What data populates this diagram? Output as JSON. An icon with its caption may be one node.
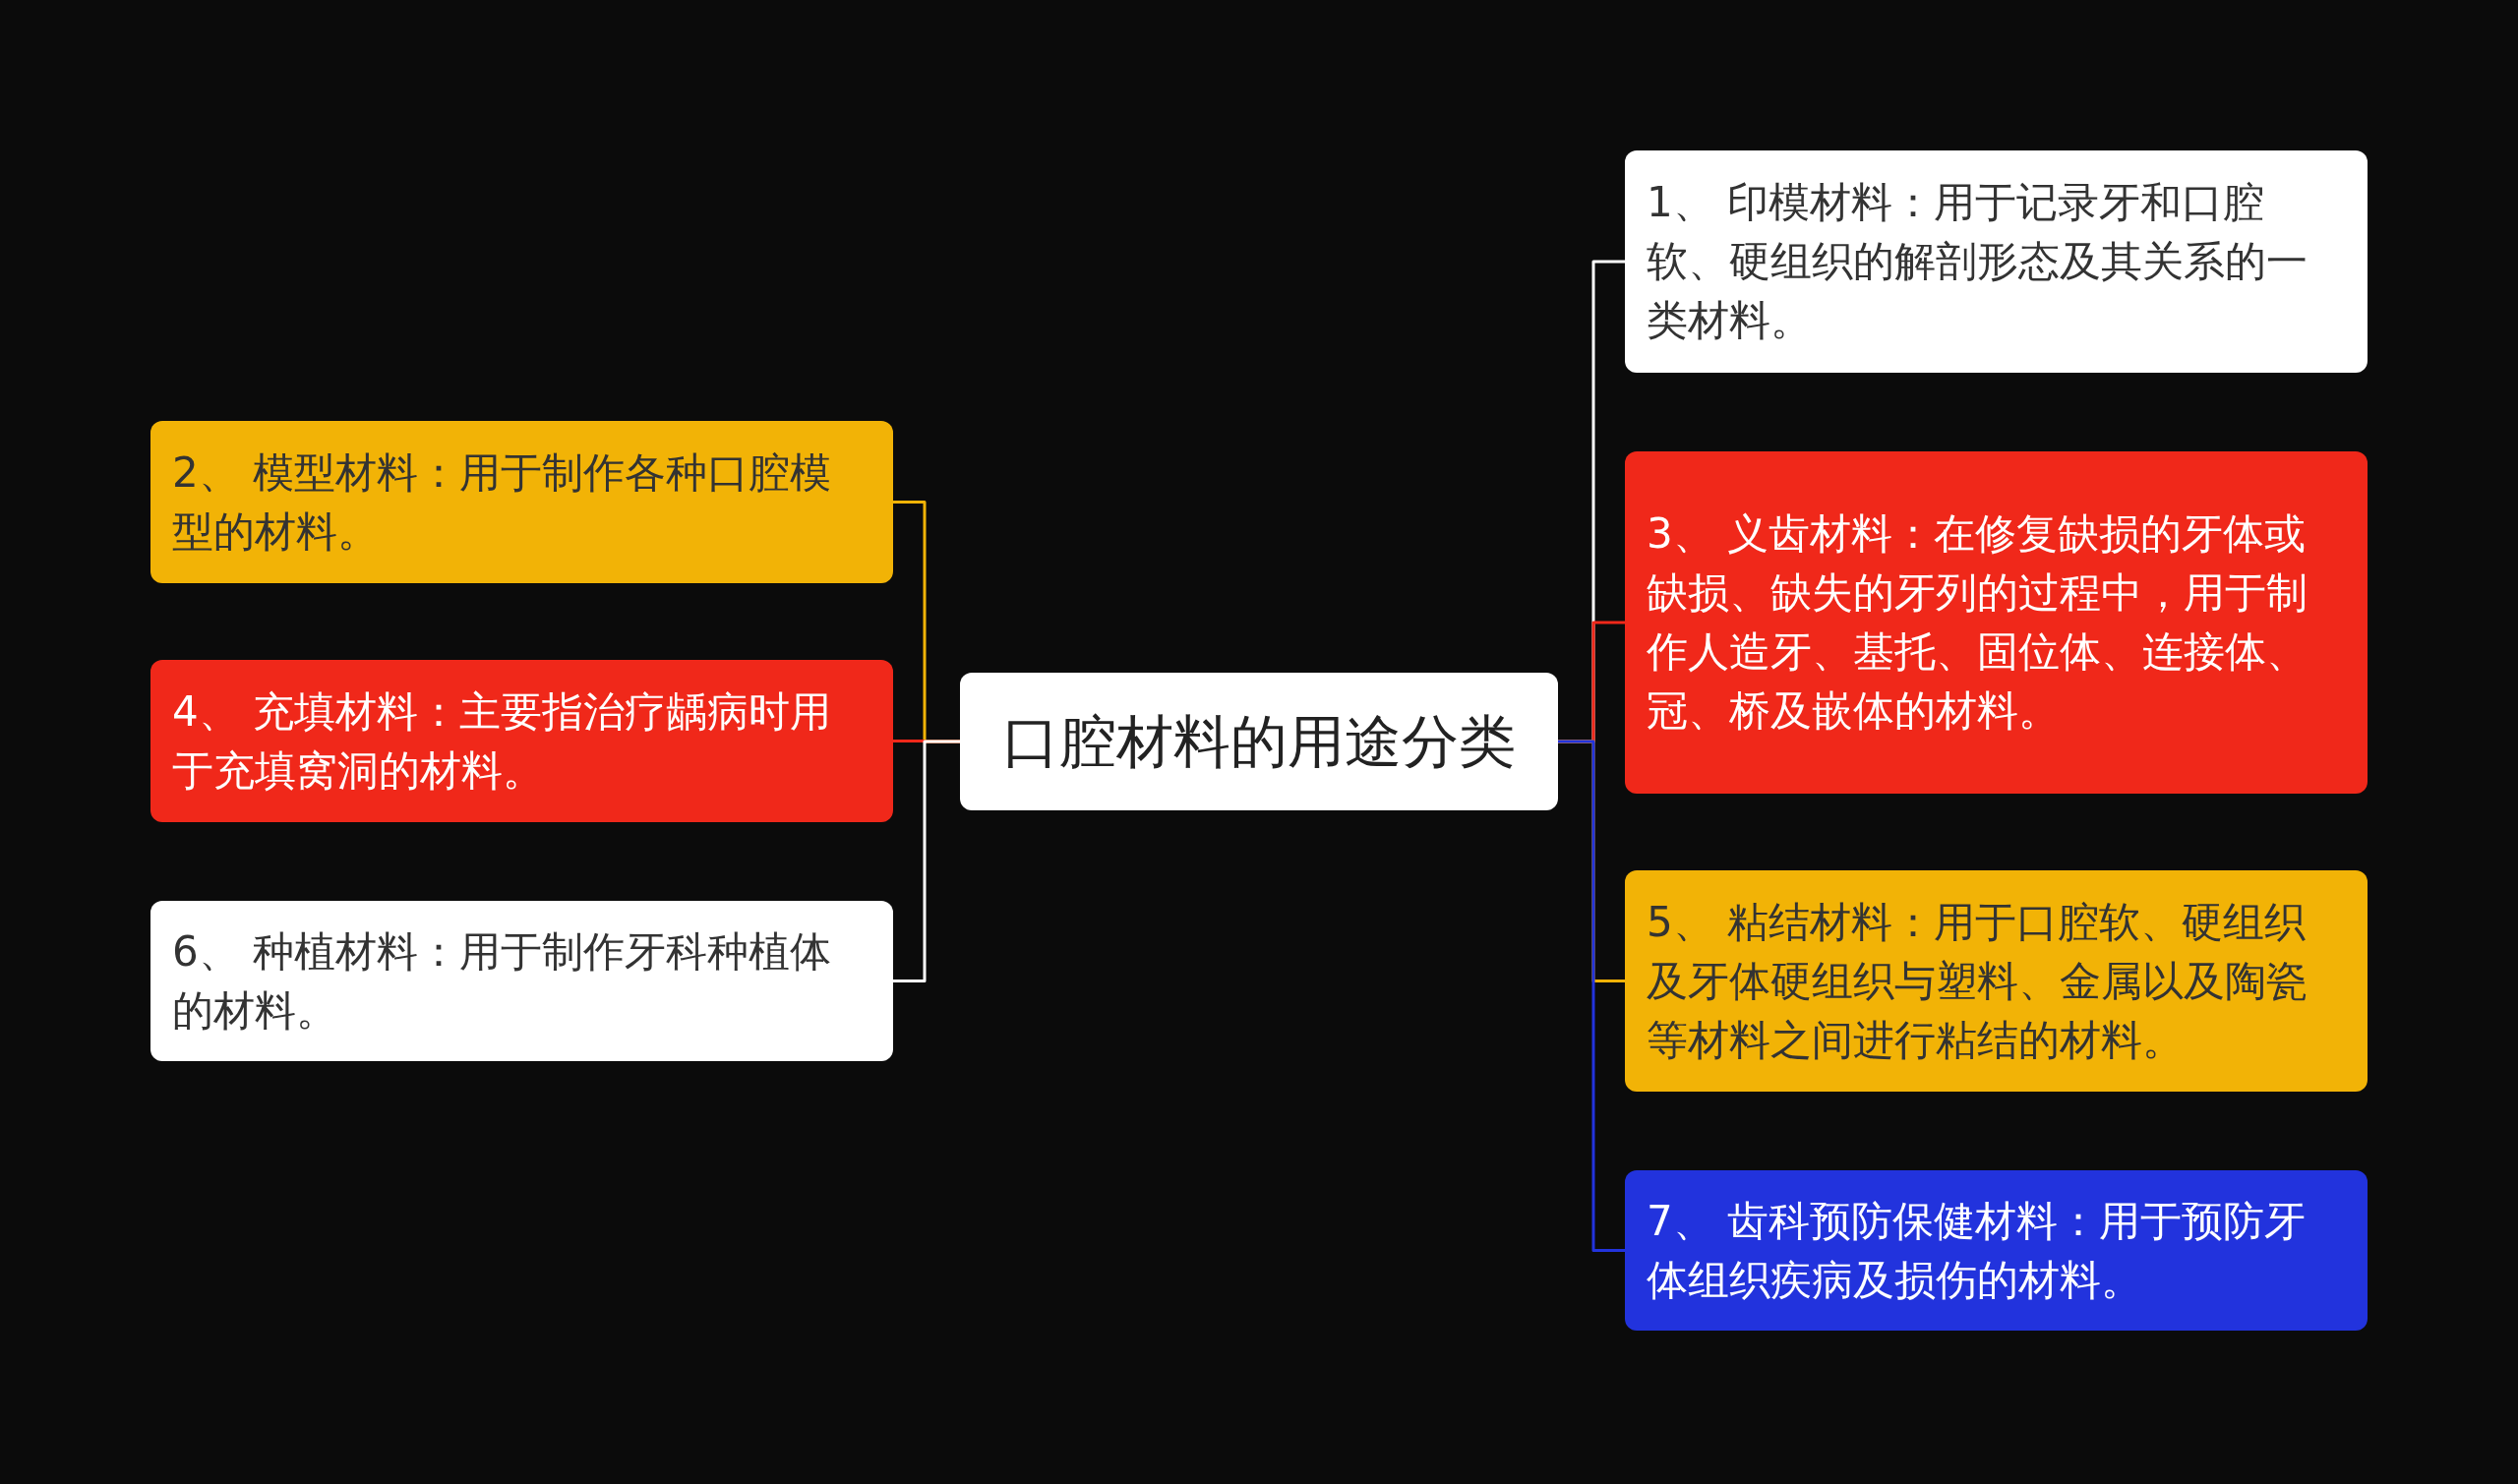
{
  "diagram": {
    "nodes": [
      {
        "text": [
          "口腔材料的用途分类"
        ]
      },
      {
        "text": [
          "1、 印模材料：用于记录牙和口腔软、硬组织的解剖形态及其关系的一类材料。"
        ]
      },
      {
        "text": [
          "3、 义齿材料：在修复缺损的牙体或缺损、缺失的牙列的过程中，用于制作人造牙、基托、固位体、连接体、冠、桥及嵌体的材料。"
        ]
      },
      {
        "text": [
          "5、 粘结材料：用于口腔软、硬组织及牙体硬组织与塑料、金属以及陶瓷等材料之间进行粘结的材料。"
        ]
      },
      {
        "text": [
          "7、 齿科预防保健材料：用于预防牙体组织疾病及损伤的材料。"
        ]
      },
      {
        "text": [
          "2、 模型材料：用于制作各种口腔模型的材料。"
        ]
      },
      {
        "text": [
          "4、 充填材料：主要指治疗龋病时用于充填窝洞的材料。"
        ]
      },
      {
        "text": [
          "6、 种植材料：用于制作牙科种植体的材料。"
        ]
      }
    ],
    "edges": [
      {
        "from": 0,
        "to": 1,
        "arrow": "none",
        "color": "#ffffff"
      },
      {
        "from": 0,
        "to": 2,
        "arrow": "none",
        "color": "#f0281a"
      },
      {
        "from": 0,
        "to": 3,
        "arrow": "none",
        "color": "#f2b306"
      },
      {
        "from": 0,
        "to": 4,
        "arrow": "none",
        "color": "#2233dd"
      },
      {
        "from": 0,
        "to": 5,
        "arrow": "none",
        "color": "#f2b306"
      },
      {
        "from": 0,
        "to": 6,
        "arrow": "none",
        "color": "#f0281a"
      },
      {
        "from": 0,
        "to": 7,
        "arrow": "none",
        "color": "#ffffff"
      }
    ]
  }
}
